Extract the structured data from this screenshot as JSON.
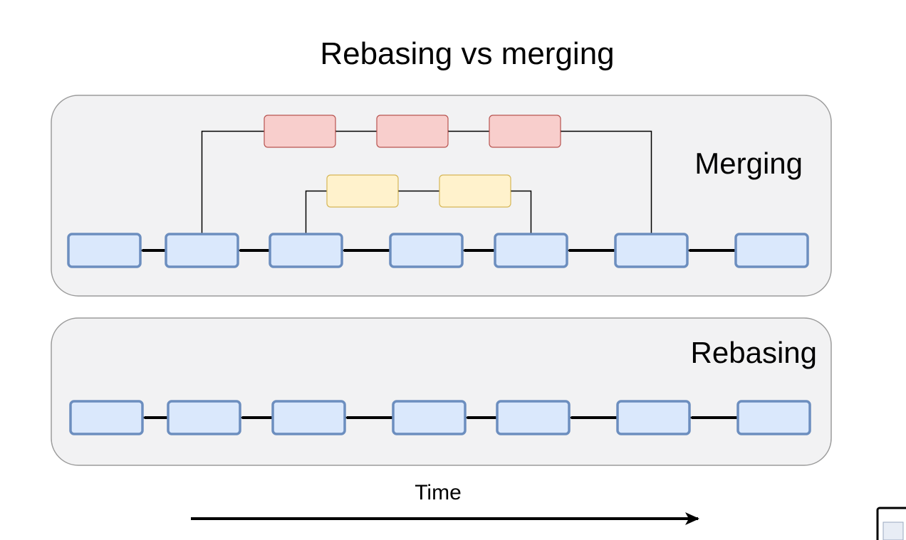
{
  "title": "Rebasing vs merging",
  "panels": {
    "merging": {
      "label": "Merging"
    },
    "rebasing": {
      "label": "Rebasing"
    }
  },
  "time_label": "Time",
  "colors": {
    "main_fill": "#dae8fc",
    "main_stroke": "#6c8ebf",
    "feature_a_fill": "#f8cecc",
    "feature_a_stroke": "#b85450",
    "feature_b_fill": "#fff2cc",
    "feature_b_stroke": "#d6b656",
    "panel_fill": "#f2f2f3",
    "arrow": "#000000"
  },
  "merging_history": {
    "main_commit_count": 7,
    "feature_a_commit_count": 3,
    "feature_a_branches_from_commit": 2,
    "feature_a_merges_into_commit": 6,
    "feature_b_commit_count": 2,
    "feature_b_branches_from_commit": 3,
    "feature_b_merges_into_commit": 5
  },
  "rebasing_history": {
    "main_commit_count": 7
  }
}
